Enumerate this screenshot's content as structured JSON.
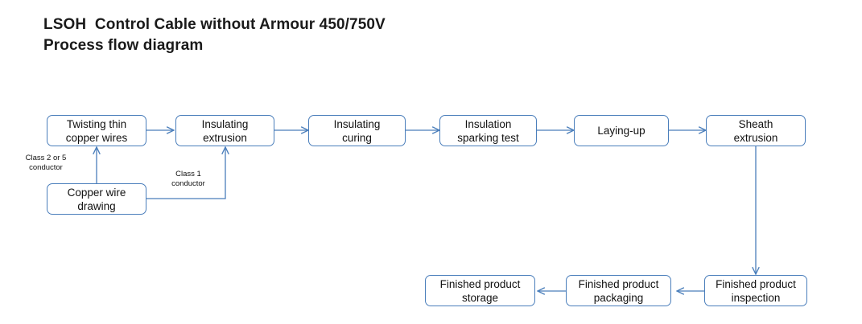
{
  "title": {
    "line1": "LSOH  Control Cable without Armour 450/750V",
    "line2": "Process flow diagram"
  },
  "colors": {
    "node_border": "#4a7ebb",
    "arrow": "#4a7ebb",
    "background": "#ffffff",
    "text": "#111111"
  },
  "nodes": {
    "twisting": "Twisting thin\ncopper wires",
    "insulating_extrusion": "Insulating\nextrusion",
    "insulating_curing": "Insulating\ncuring",
    "sparking_test": "Insulation\nsparking test",
    "laying_up": "Laying-up",
    "sheath_extrusion": "Sheath\nextrusion",
    "copper_drawing": "Copper wire\ndrawing",
    "inspection": "Finished product\ninspection",
    "packaging": "Finished product\npackaging",
    "storage": "Finished product\nstorage"
  },
  "edge_labels": {
    "class_2_or_5": "Class 2 or 5\nconductor",
    "class_1": "Class 1\nconductor"
  }
}
